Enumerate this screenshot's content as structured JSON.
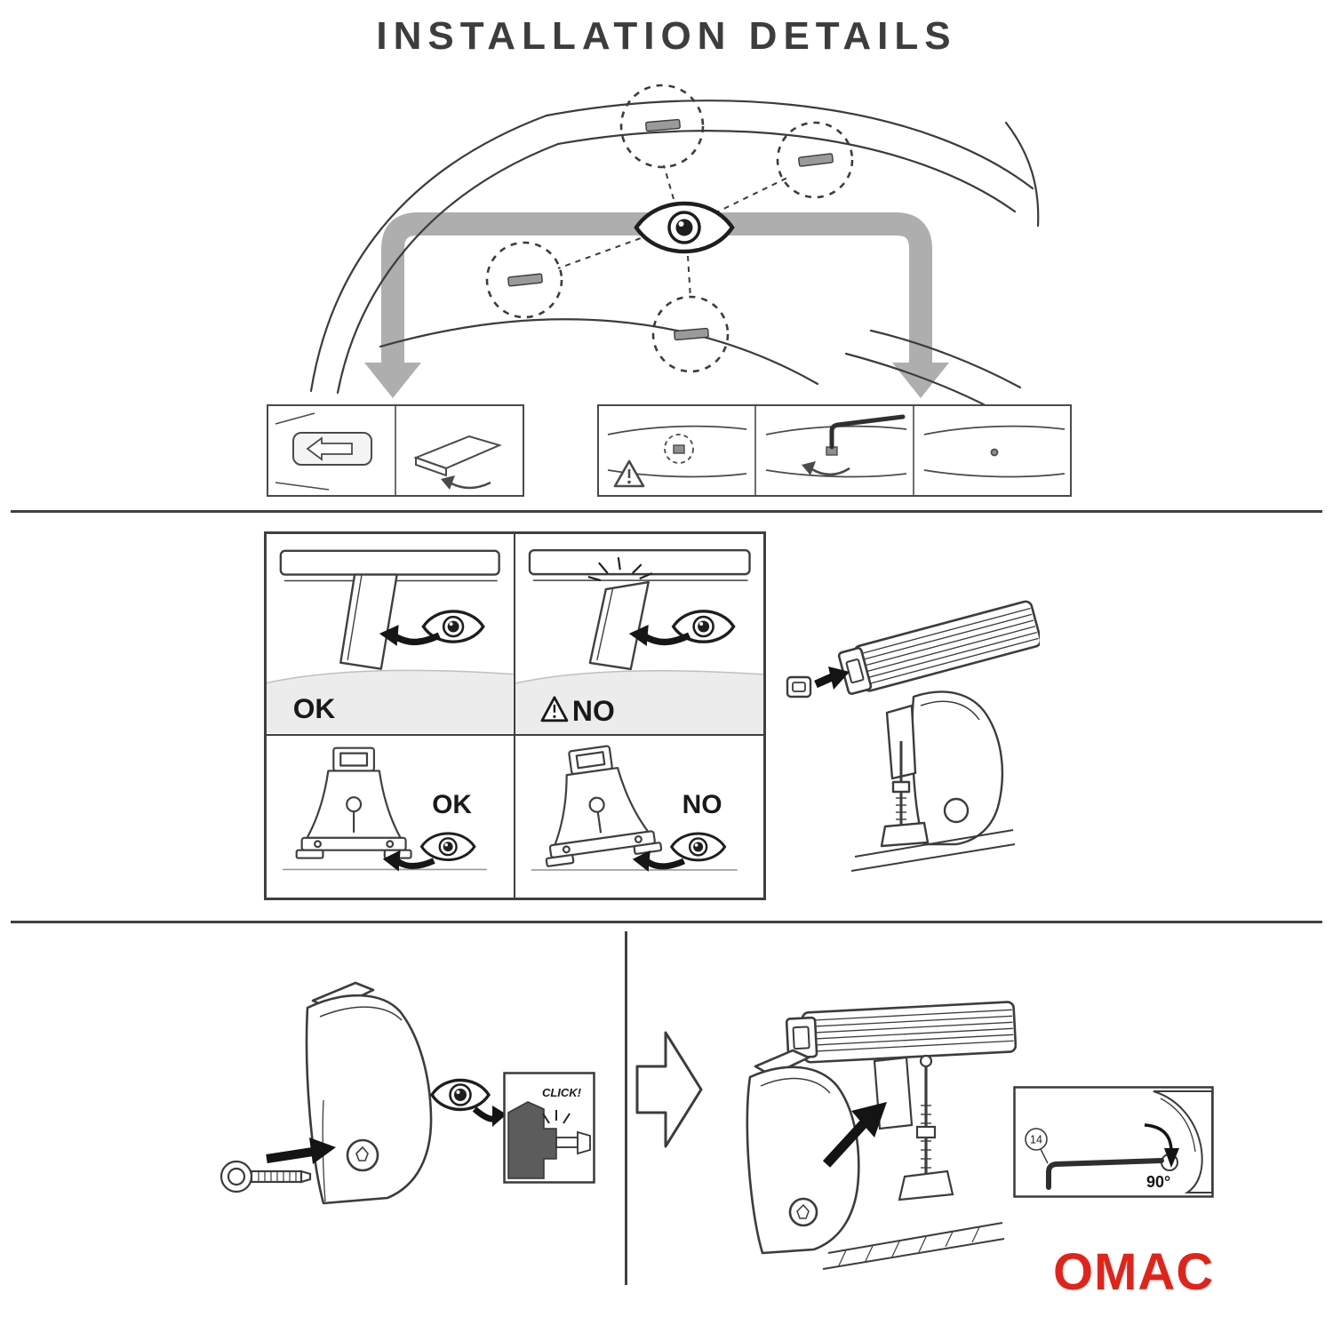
{
  "title": "INSTALLATION DETAILS",
  "comparison": {
    "flush_ok": "OK",
    "gap_no": "NO",
    "upright_ok": "OK",
    "tilted_no": "NO"
  },
  "assembly": {
    "click": "CLICK!",
    "tool_callout": "14",
    "rotation_angle": "90°"
  },
  "brand": {
    "name": "OMAC",
    "color": "#e2231a"
  },
  "colors": {
    "line": "#3c3c3c",
    "guide_arrow_gray": "#aeaeae",
    "roof_shade": "#ececec",
    "dark_section_fill": "#5c5c5c",
    "title_gray": "#3d3d3d"
  },
  "icons": [
    "eye-icon",
    "warning-icon",
    "down-arrow-left",
    "down-arrow-right",
    "insert-arrow",
    "look-arrow",
    "rotate-arrow",
    "next-step-arrow",
    "click-sparks",
    "fixpoint-markers"
  ]
}
